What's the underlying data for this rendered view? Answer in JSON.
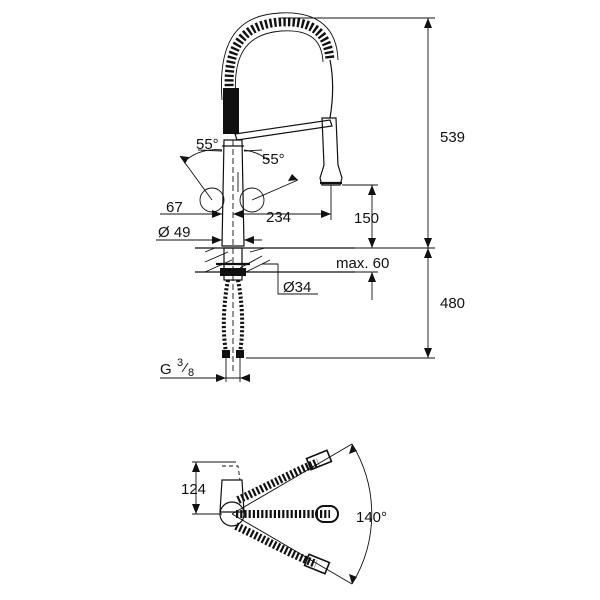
{
  "dimensions": {
    "height_total": "539",
    "height_below_deck": "480",
    "spout_reach": "234",
    "spout_height": "150",
    "base_height": "67",
    "base_diameter": "Ø 49",
    "mounting_hole": "Ø34",
    "deck_thickness": "max. 60",
    "connection": "G",
    "connection_num": "3",
    "connection_den": "8",
    "lever_angle_left": "55°",
    "lever_angle_right": "55°",
    "top_view_offset": "124",
    "swivel_angle": "140°"
  },
  "colors": {
    "line": "#111111",
    "background": "#ffffff"
  }
}
